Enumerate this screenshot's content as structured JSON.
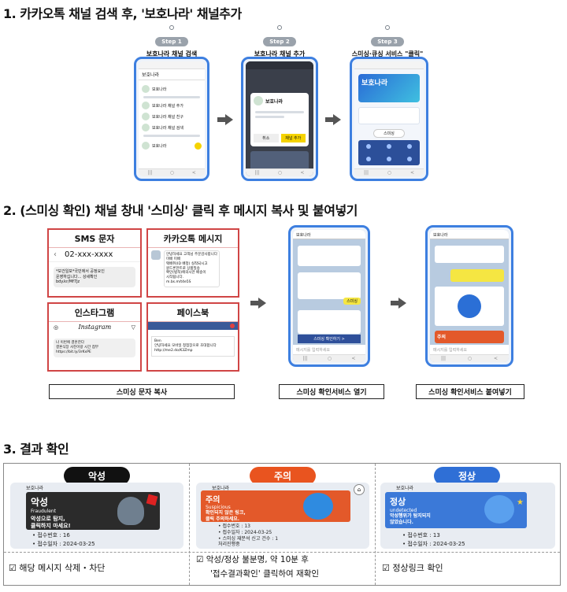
{
  "sections": {
    "s1_title": "1. 카카오톡 채널 검색 후, '보호나라' 채널추가",
    "s2_title": "2. (스미싱 확인) 채널 창내 '스미싱' 클릭 후 메시지 복사 및 붙여넣기",
    "s3_title": "3. 결과 확인"
  },
  "steps": [
    {
      "pill": "Step 1",
      "label": "보호나라 채널 검색"
    },
    {
      "pill": "Step 2",
      "label": "보호나라 채널 추가"
    },
    {
      "pill": "Step 3",
      "label": "스미싱·큐싱 서비스 \"클릭\""
    }
  ],
  "step1_phone": {
    "search": "보호나라",
    "rows": [
      "보호나라",
      "보호나라 채널 추가",
      "보호나라 채널 친구",
      "보호나라 채널 검색",
      "보호나라"
    ]
  },
  "step2_phone": {
    "channel": "보호나라",
    "btn_cancel": "취소",
    "btn_add": "채널 추가"
  },
  "step3_phone": {
    "banner": "보호나라",
    "chip": "스미싱"
  },
  "sources": {
    "sms": {
      "title": "SMS 문자",
      "number": "02-xxx-xxxx",
      "msg": "*보건일보*국민에서 공정요인 \n 운영하십니다... 상세확인 \n bdy.kr/Mf7Jz"
    },
    "kakao": {
      "title": "카카오톡 메시지",
      "msg": "안녕하세요 고객님 주문감사합니다 \n 미배 미배 \n 택배취(ID 배정) 실착되시고 \n 원드론한트로 상품밀송 \n 확인(법적)에의시만 배송이 \n 시작됩니다. \n m.bs.m/t4e5S"
    },
    "insta": {
      "title": "인스타그램",
      "brand": "Instagram",
      "msg": "나 이번에 결혼한다 \n 결혼식장 사진이랑 시간 첨부 \n https://bit.ly/3rKxPE"
    },
    "facebook": {
      "title": "페이스북",
      "msg": "Ben \n 안녕하세요 모바일 청첩장으로 초대합니다 \n http://me2.do/K3Zmp"
    }
  },
  "captions": [
    "스미싱 문자 복사",
    "스미싱 확인서비스 열기",
    "스미싱 확인서비스 붙여넣기"
  ],
  "chat_phone_a": {
    "header": "보호나라",
    "input": "메시지를 입력하세요",
    "bottom_btn": "스미싱 확인하기 >",
    "bubble_right": "스미싱"
  },
  "chat_phone_b": {
    "header": "보호나라",
    "result": "주의",
    "input": "메시지를 입력하세요"
  },
  "results": [
    {
      "pill": "악성",
      "color": "#111111",
      "card_bg": "#2b2b2b",
      "channel": "보호나라",
      "title": "악성",
      "sub": "Fraudulent",
      "msg": "악성으로 탐지, \n 클릭하지 마세요!",
      "meta1": "• 접수번호 : 16",
      "meta2": "• 접수일자 : 2024-03-25",
      "meta3": "",
      "footer": "☑ 해당 메시지 삭제・차단"
    },
    {
      "pill": "주의",
      "color": "#e9541f",
      "card_bg": "#e3592a",
      "channel": "보호나라",
      "title": "주의",
      "sub": "Suspicious",
      "msg": "확인되지 않은 링크, \n 클릭 주의하세요.",
      "meta1": "• 접수번호 : 13",
      "meta2": "• 접수일자 : 2024-03-25",
      "meta3": "• 스미싱 재분석 신고 건수 : 1",
      "meta4": "처리진행중",
      "footer1": "☑ 악성/정상 불분명, 약 10분 후",
      "footer2": "'접수결과확인' 클릭하여 재확인"
    },
    {
      "pill": "정상",
      "color": "#2f6fd6",
      "card_bg": "#3b79d8",
      "channel": "보호나라",
      "title": "정상",
      "sub": "undetected",
      "msg": "악성행위가 탐지되지 \n 않았습니다.",
      "meta1": "• 접수번호 : 13",
      "meta2": "• 접수일자 : 2024-03-25",
      "meta3": "",
      "footer": "☑ 정상링크 확인"
    }
  ]
}
